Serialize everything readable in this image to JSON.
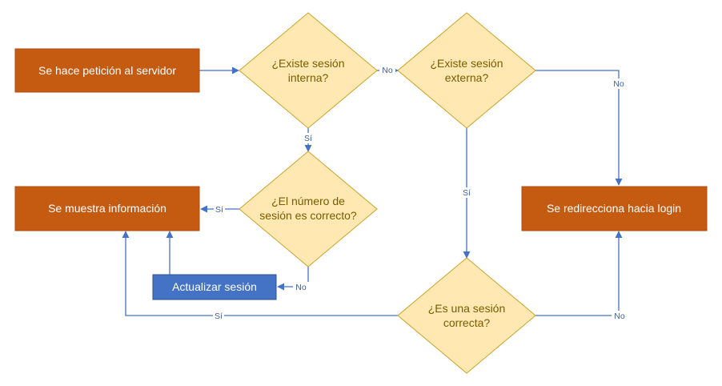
{
  "nodes": {
    "request": "Se hace petición al servidor",
    "internal_q": [
      "¿Existe sesión",
      "interna?"
    ],
    "external_q": [
      "¿Existe sesión",
      "externa?"
    ],
    "session_number_q": [
      "¿El número de",
      "sesión es correcto?"
    ],
    "correct_session_q": [
      "¿Es una sesión",
      "correcta?"
    ],
    "show_info": "Se muestra información",
    "redirect_login": "Se redirecciona hacia login",
    "update_session": "Actualizar sesión"
  },
  "edges": {
    "internal_no": "No",
    "internal_yes": "Sí",
    "external_no": "No",
    "external_yes": "Sí",
    "number_yes": "Sí",
    "number_no": "No",
    "correct_yes": "Sí",
    "correct_no": "No"
  },
  "colors": {
    "process_fill": "#c55a11",
    "process_stroke": "#ae4e0e",
    "process_text": "#ffffff",
    "decision_fill": "#ffe8b2",
    "decision_stroke": "#c9a227",
    "decision_text": "#7a5c00",
    "update_fill": "#4472c4",
    "update_stroke": "#2f528f",
    "connector": "#4472c4",
    "label_text": "#3b5fa8"
  }
}
